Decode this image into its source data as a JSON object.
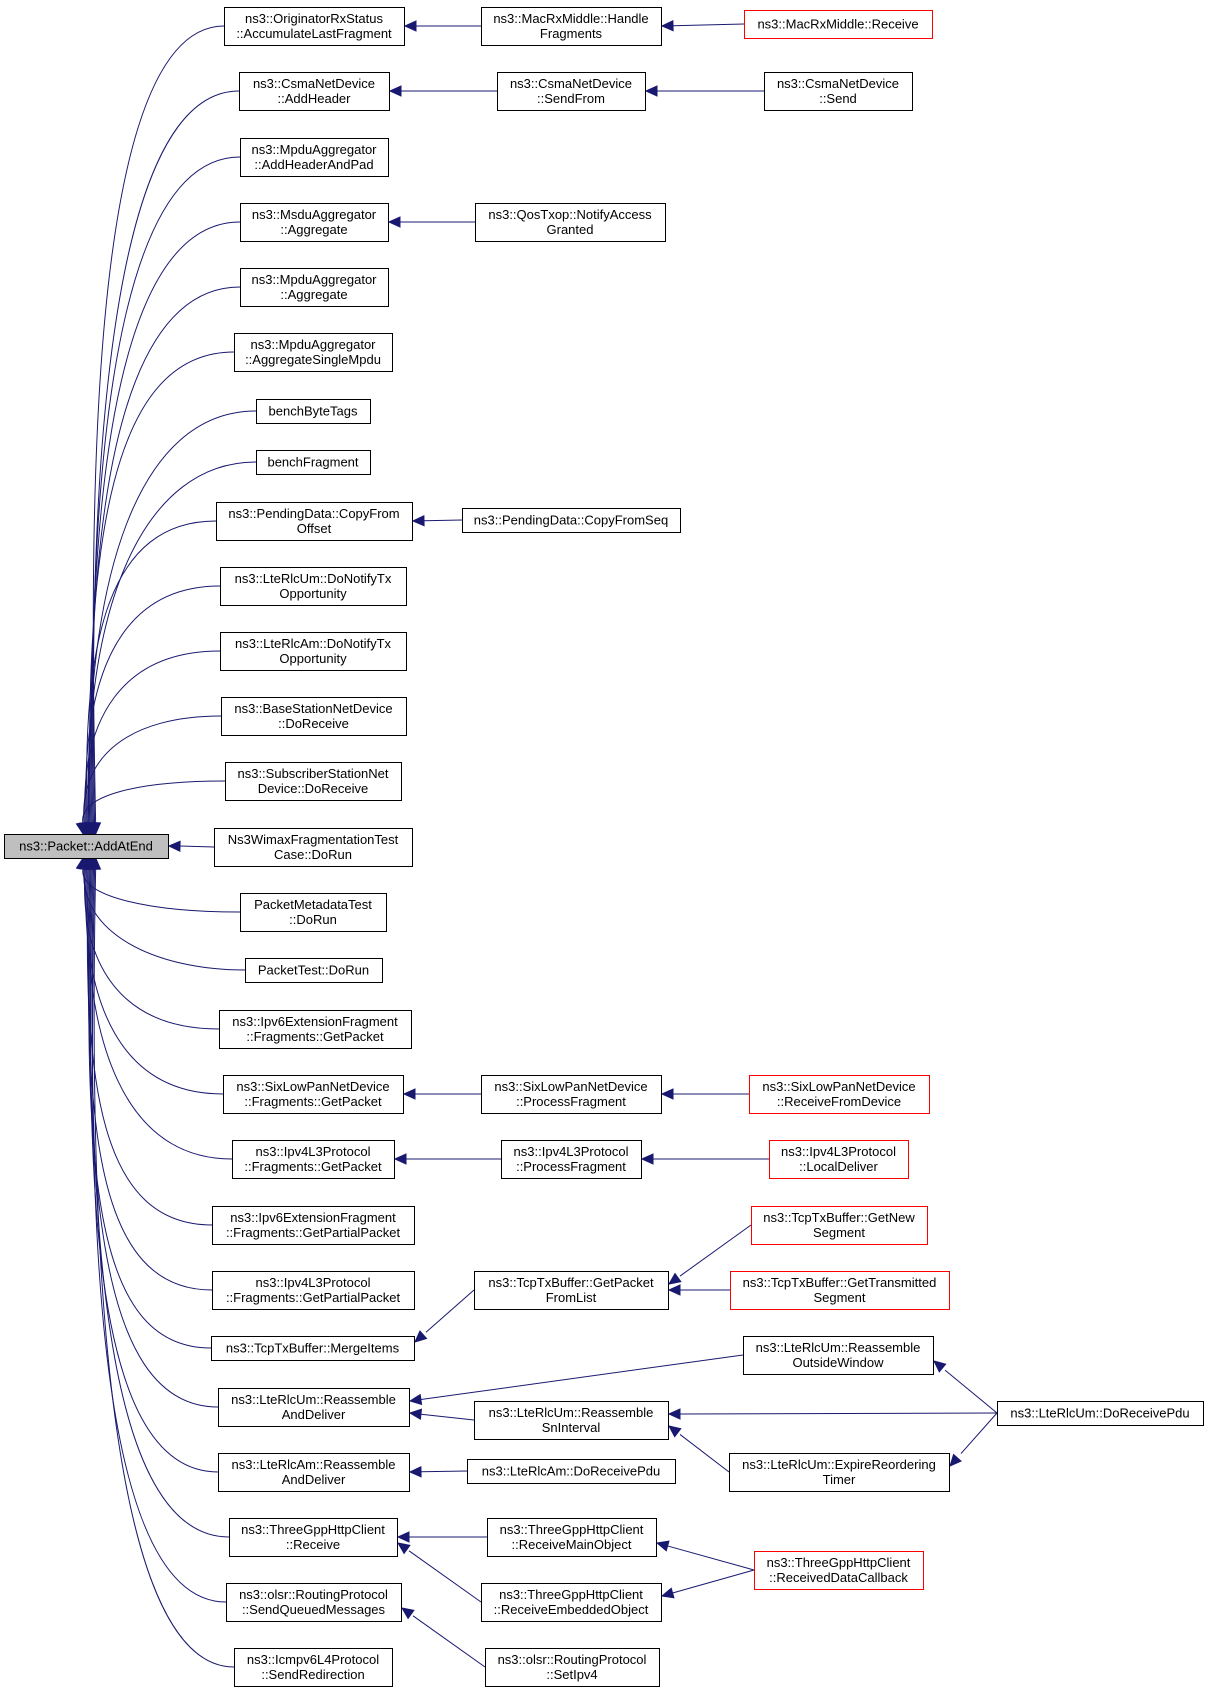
{
  "colors": {
    "edge": "#191970",
    "border": "#000000",
    "border_truncated": "#ff0000",
    "root_fill": "#bfbfbf",
    "node_fill": "#ffffff"
  },
  "root": {
    "id": "root",
    "lines": [
      "ns3::Packet::AddAtEnd"
    ]
  },
  "nodes": [
    {
      "id": "n_originator",
      "lines": [
        "ns3::OriginatorRxStatus",
        "::AccumulateLastFragment"
      ]
    },
    {
      "id": "n_macrx_handle",
      "lines": [
        "ns3::MacRxMiddle::Handle",
        "Fragments"
      ]
    },
    {
      "id": "n_macrx_receive",
      "lines": [
        "ns3::MacRxMiddle::Receive"
      ],
      "truncated": true
    },
    {
      "id": "n_csma_addheader",
      "lines": [
        "ns3::CsmaNetDevice",
        "::AddHeader"
      ]
    },
    {
      "id": "n_csma_sendfrom",
      "lines": [
        "ns3::CsmaNetDevice",
        "::SendFrom"
      ]
    },
    {
      "id": "n_csma_send",
      "lines": [
        "ns3::CsmaNetDevice",
        "::Send"
      ]
    },
    {
      "id": "n_mpdu_addheaderpad",
      "lines": [
        "ns3::MpduAggregator",
        "::AddHeaderAndPad"
      ]
    },
    {
      "id": "n_msdu_aggregate",
      "lines": [
        "ns3::MsduAggregator",
        "::Aggregate"
      ]
    },
    {
      "id": "n_qostxop",
      "lines": [
        "ns3::QosTxop::NotifyAccess",
        "Granted"
      ]
    },
    {
      "id": "n_mpdu_aggregate",
      "lines": [
        "ns3::MpduAggregator",
        "::Aggregate"
      ]
    },
    {
      "id": "n_mpdu_single",
      "lines": [
        "ns3::MpduAggregator",
        "::AggregateSingleMpdu"
      ]
    },
    {
      "id": "n_bench_bytetags",
      "lines": [
        "benchByteTags"
      ]
    },
    {
      "id": "n_bench_fragment",
      "lines": [
        "benchFragment"
      ]
    },
    {
      "id": "n_pending_copyfrom",
      "lines": [
        "ns3::PendingData::CopyFrom",
        "Offset"
      ]
    },
    {
      "id": "n_pending_copyfromseq",
      "lines": [
        "ns3::PendingData::CopyFromSeq"
      ]
    },
    {
      "id": "n_lterlcum_notify",
      "lines": [
        "ns3::LteRlcUm::DoNotifyTx",
        "Opportunity"
      ]
    },
    {
      "id": "n_lterlcam_notify",
      "lines": [
        "ns3::LteRlcAm::DoNotifyTx",
        "Opportunity"
      ]
    },
    {
      "id": "n_basestation",
      "lines": [
        "ns3::BaseStationNetDevice",
        "::DoReceive"
      ]
    },
    {
      "id": "n_subscriber",
      "lines": [
        "ns3::SubscriberStationNet",
        "Device::DoReceive"
      ]
    },
    {
      "id": "n_wimax_frag",
      "lines": [
        "Ns3WimaxFragmentationTest",
        "Case::DoRun"
      ]
    },
    {
      "id": "n_pmeta",
      "lines": [
        "PacketMetadataTest",
        "::DoRun"
      ]
    },
    {
      "id": "n_packettest",
      "lines": [
        "PacketTest::DoRun"
      ]
    },
    {
      "id": "n_ipv6ext_get",
      "lines": [
        "ns3::Ipv6ExtensionFragment",
        "::Fragments::GetPacket"
      ]
    },
    {
      "id": "n_sixlow_get",
      "lines": [
        "ns3::SixLowPanNetDevice",
        "::Fragments::GetPacket"
      ]
    },
    {
      "id": "n_sixlow_process",
      "lines": [
        "ns3::SixLowPanNetDevice",
        "::ProcessFragment"
      ]
    },
    {
      "id": "n_sixlow_recv",
      "lines": [
        "ns3::SixLowPanNetDevice",
        "::ReceiveFromDevice"
      ],
      "truncated": true
    },
    {
      "id": "n_ipv4_get",
      "lines": [
        "ns3::Ipv4L3Protocol",
        "::Fragments::GetPacket"
      ]
    },
    {
      "id": "n_ipv4_process",
      "lines": [
        "ns3::Ipv4L3Protocol",
        "::ProcessFragment"
      ]
    },
    {
      "id": "n_ipv4_local",
      "lines": [
        "ns3::Ipv4L3Protocol",
        "::LocalDeliver"
      ],
      "truncated": true
    },
    {
      "id": "n_ipv6ext_partial",
      "lines": [
        "ns3::Ipv6ExtensionFragment",
        "::Fragments::GetPartialPacket"
      ]
    },
    {
      "id": "n_ipv4_partial",
      "lines": [
        "ns3::Ipv4L3Protocol",
        "::Fragments::GetPartialPacket"
      ]
    },
    {
      "id": "n_tcp_merge",
      "lines": [
        "ns3::TcpTxBuffer::MergeItems"
      ]
    },
    {
      "id": "n_tcp_getpacket",
      "lines": [
        "ns3::TcpTxBuffer::GetPacket",
        "FromList"
      ]
    },
    {
      "id": "n_tcp_getnew",
      "lines": [
        "ns3::TcpTxBuffer::GetNew",
        "Segment"
      ],
      "truncated": true
    },
    {
      "id": "n_tcp_gettrans",
      "lines": [
        "ns3::TcpTxBuffer::GetTransmitted",
        "Segment"
      ],
      "truncated": true
    },
    {
      "id": "n_um_reassemble",
      "lines": [
        "ns3::LteRlcUm::Reassemble",
        "AndDeliver"
      ]
    },
    {
      "id": "n_um_outside",
      "lines": [
        "ns3::LteRlcUm::Reassemble",
        "OutsideWindow"
      ]
    },
    {
      "id": "n_um_sninterval",
      "lines": [
        "ns3::LteRlcUm::Reassemble",
        "SnInterval"
      ]
    },
    {
      "id": "n_um_doreceive",
      "lines": [
        "ns3::LteRlcUm::DoReceivePdu"
      ]
    },
    {
      "id": "n_um_expire",
      "lines": [
        "ns3::LteRlcUm::ExpireReordering",
        "Timer"
      ]
    },
    {
      "id": "n_am_reassemble",
      "lines": [
        "ns3::LteRlcAm::Reassemble",
        "AndDeliver"
      ]
    },
    {
      "id": "n_am_doreceive",
      "lines": [
        "ns3::LteRlcAm::DoReceivePdu"
      ]
    },
    {
      "id": "n_http_receive",
      "lines": [
        "ns3::ThreeGppHttpClient",
        "::Receive"
      ]
    },
    {
      "id": "n_http_main",
      "lines": [
        "ns3::ThreeGppHttpClient",
        "::ReceiveMainObject"
      ]
    },
    {
      "id": "n_http_embedded",
      "lines": [
        "ns3::ThreeGppHttpClient",
        "::ReceiveEmbeddedObject"
      ]
    },
    {
      "id": "n_http_data",
      "lines": [
        "ns3::ThreeGppHttpClient",
        "::ReceivedDataCallback"
      ],
      "truncated": true
    },
    {
      "id": "n_olsr_send",
      "lines": [
        "ns3::olsr::RoutingProtocol",
        "::SendQueuedMessages"
      ]
    },
    {
      "id": "n_olsr_setipv4",
      "lines": [
        "ns3::olsr::RoutingProtocol",
        "::SetIpv4"
      ]
    },
    {
      "id": "n_icmpv6",
      "lines": [
        "ns3::Icmpv6L4Protocol",
        "::SendRedirection"
      ]
    }
  ],
  "edges": [
    [
      "n_originator",
      "root"
    ],
    [
      "n_csma_addheader",
      "root"
    ],
    [
      "n_mpdu_addheaderpad",
      "root"
    ],
    [
      "n_msdu_aggregate",
      "root"
    ],
    [
      "n_mpdu_aggregate",
      "root"
    ],
    [
      "n_mpdu_single",
      "root"
    ],
    [
      "n_bench_bytetags",
      "root"
    ],
    [
      "n_bench_fragment",
      "root"
    ],
    [
      "n_pending_copyfrom",
      "root"
    ],
    [
      "n_lterlcum_notify",
      "root"
    ],
    [
      "n_lterlcam_notify",
      "root"
    ],
    [
      "n_basestation",
      "root"
    ],
    [
      "n_subscriber",
      "root"
    ],
    [
      "n_wimax_frag",
      "root"
    ],
    [
      "n_pmeta",
      "root"
    ],
    [
      "n_packettest",
      "root"
    ],
    [
      "n_ipv6ext_get",
      "root"
    ],
    [
      "n_sixlow_get",
      "root"
    ],
    [
      "n_ipv4_get",
      "root"
    ],
    [
      "n_ipv6ext_partial",
      "root"
    ],
    [
      "n_ipv4_partial",
      "root"
    ],
    [
      "n_tcp_merge",
      "root"
    ],
    [
      "n_um_reassemble",
      "root"
    ],
    [
      "n_am_reassemble",
      "root"
    ],
    [
      "n_http_receive",
      "root"
    ],
    [
      "n_olsr_send",
      "root"
    ],
    [
      "n_icmpv6",
      "root"
    ],
    [
      "n_macrx_handle",
      "n_originator"
    ],
    [
      "n_macrx_receive",
      "n_macrx_handle"
    ],
    [
      "n_csma_sendfrom",
      "n_csma_addheader"
    ],
    [
      "n_csma_send",
      "n_csma_sendfrom"
    ],
    [
      "n_qostxop",
      "n_msdu_aggregate"
    ],
    [
      "n_pending_copyfromseq",
      "n_pending_copyfrom"
    ],
    [
      "n_sixlow_process",
      "n_sixlow_get"
    ],
    [
      "n_sixlow_recv",
      "n_sixlow_process"
    ],
    [
      "n_ipv4_process",
      "n_ipv4_get"
    ],
    [
      "n_ipv4_local",
      "n_ipv4_process"
    ],
    [
      "n_tcp_getpacket",
      "n_tcp_merge"
    ],
    [
      "n_tcp_getnew",
      "n_tcp_getpacket"
    ],
    [
      "n_tcp_gettrans",
      "n_tcp_getpacket"
    ],
    [
      "n_um_outside",
      "n_um_reassemble"
    ],
    [
      "n_um_sninterval",
      "n_um_reassemble"
    ],
    [
      "n_um_doreceive",
      "n_um_outside"
    ],
    [
      "n_um_doreceive",
      "n_um_sninterval"
    ],
    [
      "n_um_expire",
      "n_um_sninterval"
    ],
    [
      "n_um_doreceive",
      "n_um_expire"
    ],
    [
      "n_am_doreceive",
      "n_am_reassemble"
    ],
    [
      "n_http_main",
      "n_http_receive"
    ],
    [
      "n_http_embedded",
      "n_http_receive"
    ],
    [
      "n_http_data",
      "n_http_main"
    ],
    [
      "n_http_data",
      "n_http_embedded"
    ],
    [
      "n_olsr_setipv4",
      "n_olsr_send"
    ]
  ]
}
